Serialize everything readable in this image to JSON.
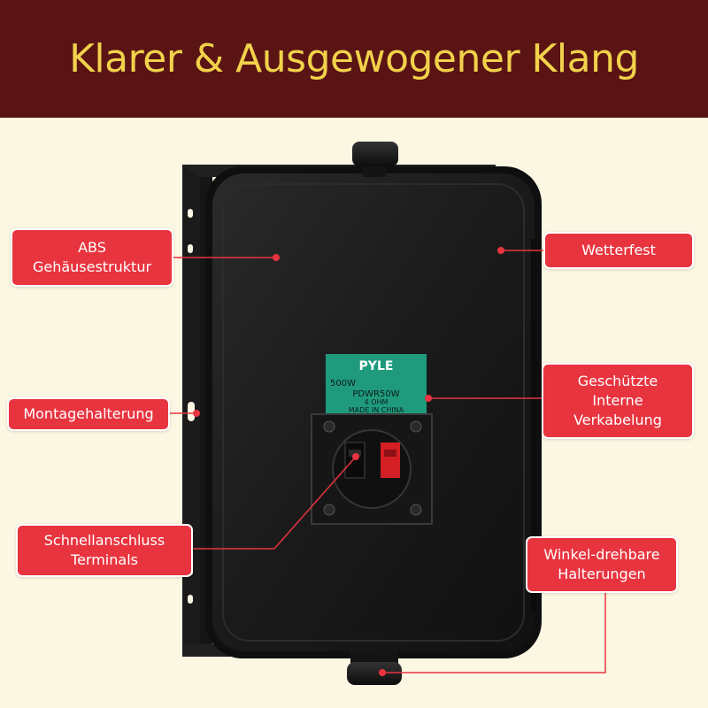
{
  "header": {
    "title": "Klarer & Ausgewogener Klang"
  },
  "product": {
    "brand": "PYLE",
    "power": "500W",
    "model": "PDWR50W",
    "impedance": "4 OHM",
    "origin": "MADE IN CHINA"
  },
  "callouts": {
    "abs": {
      "line1": "ABS",
      "line2": "Gehäusestruktur"
    },
    "weather": {
      "line1": "Wetterfest"
    },
    "mount": {
      "line1": "Montagehalterung"
    },
    "wiring": {
      "line1": "Geschützte",
      "line2": "Interne",
      "line3": "Verkabelung"
    },
    "terminals": {
      "line1": "Schnellanschluss",
      "line2": "Terminals"
    },
    "bracket": {
      "line1": "Winkel-drehbare",
      "line2": "Halterungen"
    }
  },
  "colors": {
    "header_bg": "#5a1414",
    "header_text": "#f1d24a",
    "page_bg": "#fbf7e3",
    "callout_bg": "#e8343f",
    "callout_text": "#ffffff",
    "speaker": "#1c1c1c",
    "label_green": "#1f9a7d",
    "terminal_red": "#d41f25"
  },
  "icons": [
    "speaker-product-photo",
    "mounting-bracket",
    "adjustment-knob",
    "spring-clip-terminal"
  ]
}
